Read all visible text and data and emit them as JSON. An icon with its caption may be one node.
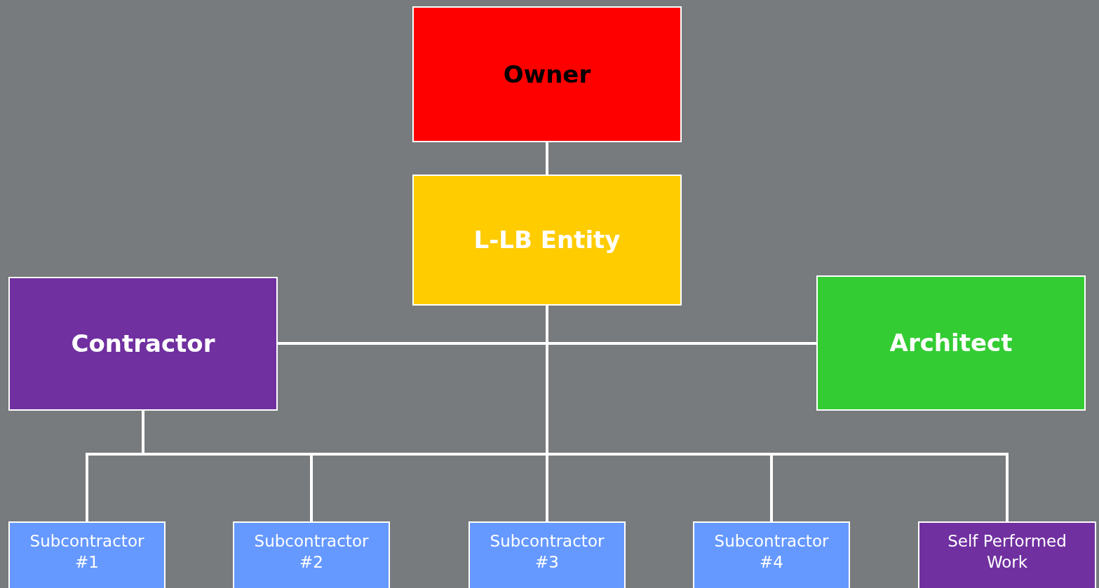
{
  "diagram": {
    "nodes": [
      {
        "text": [
          "Owner"
        ]
      },
      {
        "text": [
          "L-LB Entity"
        ]
      },
      {
        "text": [
          "Contractor"
        ]
      },
      {
        "text": [
          "Architect"
        ]
      },
      {
        "text": [
          "Subcontractor #1"
        ]
      },
      {
        "text": [
          "Subcontractor #2"
        ]
      },
      {
        "text": [
          "Subcontractor #3"
        ]
      },
      {
        "text": [
          "Subcontractor #4"
        ]
      },
      {
        "text": [
          "Self Performed Work"
        ]
      }
    ],
    "edges": [
      {
        "from": 0,
        "to": 1,
        "arrow": "none"
      },
      {
        "from": 1,
        "to": 2,
        "arrow": "none"
      },
      {
        "from": 1,
        "to": 3,
        "arrow": "none"
      },
      {
        "from": 1,
        "to": 4,
        "arrow": "none"
      },
      {
        "from": 1,
        "to": 5,
        "arrow": "none"
      },
      {
        "from": 1,
        "to": 6,
        "arrow": "none"
      },
      {
        "from": 1,
        "to": 7,
        "arrow": "none"
      },
      {
        "from": 1,
        "to": 8,
        "arrow": "none"
      },
      {
        "from": 2,
        "to": 4,
        "arrow": "none"
      },
      {
        "from": 2,
        "to": 5,
        "arrow": "none"
      },
      {
        "from": 2,
        "to": 6,
        "arrow": "none"
      },
      {
        "from": 2,
        "to": 7,
        "arrow": "none"
      },
      {
        "from": 2,
        "to": 8,
        "arrow": "none"
      }
    ]
  }
}
